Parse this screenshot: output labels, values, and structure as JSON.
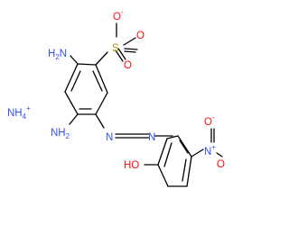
{
  "molecule": {
    "cation": {
      "text": "NH",
      "sub": "4",
      "charge": "+",
      "color": "#3050F8"
    },
    "atoms": {
      "amino_top": {
        "text": "H",
        "sub": "2",
        "text2": "N",
        "color": "#3050F8"
      },
      "amino_bottom": {
        "text": "NH",
        "sub": "2",
        "color": "#3050F8"
      },
      "sulfur": {
        "text": "S",
        "color": "#B8860B"
      },
      "oxygen_charged": {
        "text": "O",
        "charge": "-",
        "color": "#FF0D0D"
      },
      "oxygen_double_a": {
        "text": "O",
        "color": "#FF0D0D"
      },
      "oxygen_double_b": {
        "text": "O",
        "color": "#FF0D0D"
      },
      "azo_n1": {
        "text": "N",
        "color": "#3050F8"
      },
      "azo_n2": {
        "text": "N",
        "color": "#3050F8"
      },
      "hydroxyl": {
        "text": "HO",
        "color": "#FF0D0D"
      },
      "nitro_n": {
        "text": "N",
        "charge": "+",
        "color": "#3050F8"
      },
      "nitro_o_minus": {
        "text": "O",
        "charge": "-",
        "color": "#FF0D0D"
      },
      "nitro_o": {
        "text": "O",
        "color": "#FF0D0D"
      }
    }
  }
}
